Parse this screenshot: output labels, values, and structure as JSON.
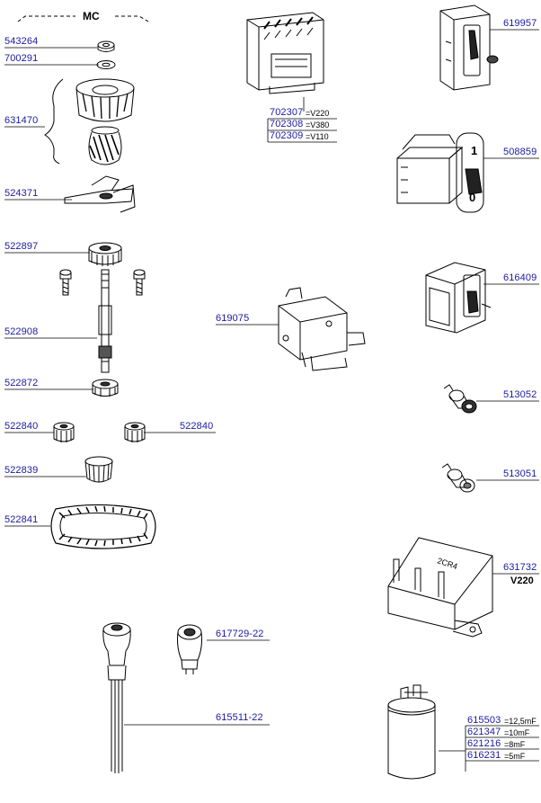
{
  "group_label": "MC",
  "parts": {
    "p543264": "543264",
    "p700291": "700291",
    "p631470": "631470",
    "p524371": "524371",
    "p522897": "522897",
    "p522908": "522908",
    "p522872": "522872",
    "p522840a": "522840",
    "p522840b": "522840",
    "p522839": "522839",
    "p522841": "522841",
    "p702307": "702307",
    "p702308": "702308",
    "p702309": "702309",
    "p619075": "619075",
    "p617729": "617729-22",
    "p615511": "615511-22",
    "p619957": "619957",
    "p508859": "508859",
    "p616409": "616409",
    "p513052": "513052",
    "p513051": "513051",
    "p631732": "631732",
    "p615503": "615503",
    "p621347": "621347",
    "p621216": "621216",
    "p616231": "616231"
  },
  "suffixes": {
    "s702307": "=V220",
    "s702308": "=V380",
    "s702309": "=V110",
    "s615503": "=12,5mF",
    "s621347": "=10mF",
    "s621216": "=8mF",
    "s616231": "=5mF"
  },
  "notes": {
    "v220": "V220"
  },
  "switch_marks": {
    "on": "1",
    "off": "0"
  },
  "relay_marking": "2CR4"
}
